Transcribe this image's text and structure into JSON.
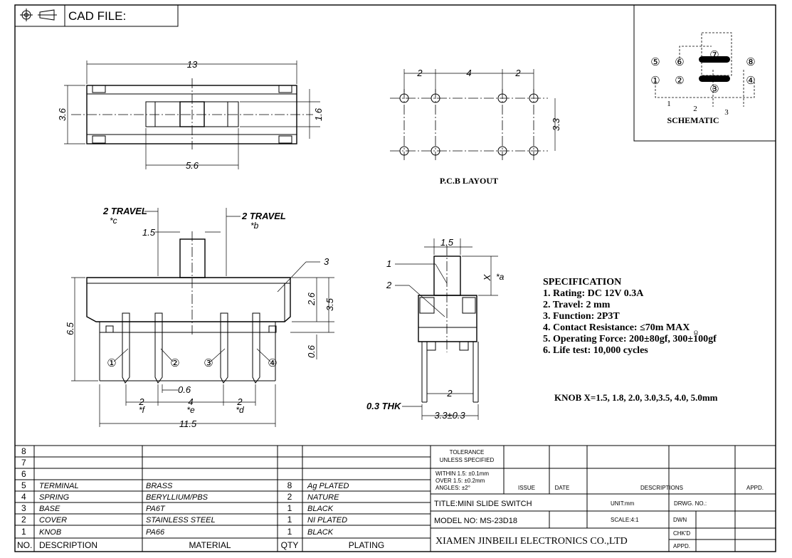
{
  "header": {
    "cad_file_label": "CAD FILE:"
  },
  "top_view": {
    "dim_overall": "13",
    "dim_height": "3.6",
    "dim_slot": "1.6",
    "dim_width": "5.6"
  },
  "pcb": {
    "dim_left": "2",
    "dim_mid": "4",
    "dim_right": "2",
    "dim_vertical": "3.3",
    "caption": "P.C.B LAYOUT"
  },
  "schematic": {
    "caption": "SCHEMATIC",
    "pins_top": [
      "⑤",
      "⑥",
      "⑦",
      "⑧"
    ],
    "pins_bottom": [
      "①",
      "②",
      "③",
      "④"
    ],
    "labels": [
      "1",
      "2",
      "3"
    ]
  },
  "front_view": {
    "travel_left": "2 TRAVEL",
    "travel_left_ref": "*c",
    "travel_right": "2 TRAVEL",
    "travel_right_ref": "*b",
    "dim_knob": "1.5",
    "callout_3": "3",
    "dim_h1": "2.6",
    "dim_h2": "3.5",
    "dim_total": "6.5",
    "dim_pin": "0.6",
    "pins": [
      "①",
      "②",
      "③",
      "④"
    ],
    "dim_pin_w": "0.6",
    "dim_b1": "2",
    "dim_b1_ref": "*f",
    "dim_b2": "4",
    "dim_b2_ref": "*e",
    "dim_b3": "2",
    "dim_b3_ref": "*d",
    "dim_total_w": "11.5"
  },
  "side_view": {
    "dim_knob": "1.5",
    "callout_1": "1",
    "callout_2": "2",
    "dim_x": "X",
    "dim_x_ref": "*a",
    "dim_thk": "0.3 THK",
    "dim_pin_gap": "2",
    "dim_base": "3.3±0.3"
  },
  "specification": {
    "title": "SPECIFICATION",
    "lines": [
      "1. Rating: DC 12V 0.3A",
      "2. Travel: 2 mm",
      "3. Function: 2P3T",
      "4. Contact Resistance: ≤70m MAX",
      "5. Operating Force: 200±80gf, 300±100gf",
      "6. Life test: 10,000 cycles"
    ],
    "omega_mark": "Ω",
    "knob_note": "KNOB X=1.5, 1.8, 2.0, 3.0,3.5, 4.0, 5.0mm"
  },
  "bom": {
    "rows": [
      {
        "no": "8",
        "desc": "",
        "material": "",
        "qty": "",
        "plating": ""
      },
      {
        "no": "7",
        "desc": "",
        "material": "",
        "qty": "",
        "plating": ""
      },
      {
        "no": "6",
        "desc": "",
        "material": "",
        "qty": "",
        "plating": ""
      },
      {
        "no": "5",
        "desc": "TERMINAL",
        "material": "BRASS",
        "qty": "8",
        "plating": "Ag PLATED"
      },
      {
        "no": "4",
        "desc": "SPRING",
        "material": "BERYLLIUM/PBS",
        "qty": "2",
        "plating": "NATURE"
      },
      {
        "no": "3",
        "desc": "BASE",
        "material": "PA6T",
        "qty": "1",
        "plating": "BLACK"
      },
      {
        "no": "2",
        "desc": "COVER",
        "material": "STAINLESS STEEL",
        "qty": "1",
        "plating": "NI PLATED"
      },
      {
        "no": "1",
        "desc": "KNOB",
        "material": "PA66",
        "qty": "1",
        "plating": "BLACK"
      }
    ],
    "header": {
      "no": "NO.",
      "desc": "DESCRIPTION",
      "material": "MATERIAL",
      "qty": "QTY",
      "plating": "PLATING"
    }
  },
  "title_block": {
    "tolerance_1": "TOLERANCE",
    "tolerance_2": "UNLESS SPECIFIED",
    "within": "WITHIN 1.5: ±0.1mm",
    "over": "OVER 1.5: ±0.2mm",
    "angles": "ANGLES: ±2°",
    "issue": "ISSUE",
    "date": "DATE",
    "descriptions": "DESCRIPTIONS",
    "appd": "APPD.",
    "title": "TITLE:MINI SLIDE SWITCH",
    "unit": "UNIT:mm",
    "drwg": "DRWG. NO.:",
    "model": "MODEL NO: MS-23D18",
    "scale": "SCALE:4:1",
    "dwn": "DWN",
    "company": "XIAMEN JINBEILI ELECTRONICS CO.,LTD",
    "chkd": "CHK'D",
    "appd2": "APPD."
  }
}
